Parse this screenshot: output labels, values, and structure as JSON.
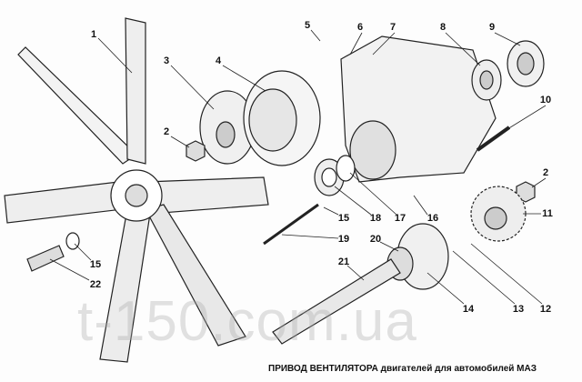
{
  "diagram": {
    "caption": "ПРИВОД ВЕНТИЛЯТОРА двигателей для автомобилей МАЗ",
    "watermark": "t-150.com.ua",
    "callouts": [
      "1",
      "2",
      "3",
      "4",
      "5",
      "6",
      "7",
      "8",
      "9",
      "10",
      "2",
      "11",
      "12",
      "13",
      "14",
      "15",
      "16",
      "17",
      "18",
      "15",
      "19",
      "20",
      "21",
      "22"
    ]
  }
}
